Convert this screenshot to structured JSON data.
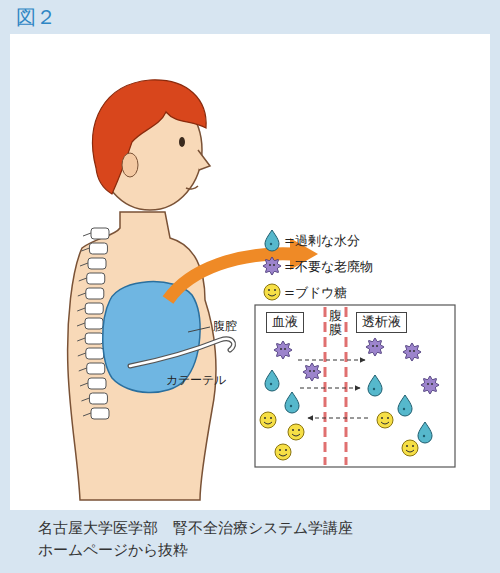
{
  "diagram": {
    "title": "図２",
    "caption": "名古屋大学医学部　腎不全治療システム学講座 ホームページから抜粋",
    "nodes": [
      {
        "text": [
          "血液"
        ]
      },
      {
        "text": [
          "腹膜"
        ]
      },
      {
        "text": [
          "透析液"
        ]
      }
    ],
    "labels": [
      "腹腔",
      "カテーテル"
    ],
    "legend": [
      {
        "text": "=過剰な水分"
      },
      {
        "text": "=不要な老廃物"
      },
      {
        "text": "=ブドウ糖"
      }
    ]
  }
}
